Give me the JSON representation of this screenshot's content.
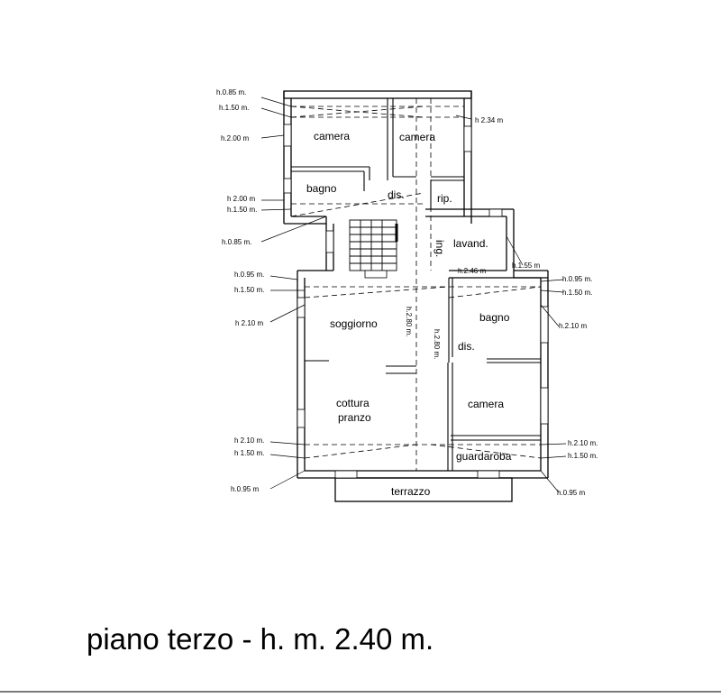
{
  "rooms": {
    "camera_1": "camera",
    "camera_2": "camera",
    "bagno_1": "bagno",
    "dis_1": "dis.",
    "rip": "rip.",
    "ing": "ing.",
    "lavand": "lavand.",
    "soggiorno": "soggiorno",
    "bagno_2": "bagno",
    "dis_2": "dis.",
    "camera_3": "camera",
    "cottura": "cottura",
    "pranzo": "pranzo",
    "guardaroba": "guardaroba",
    "terrazzo": "terrazzo"
  },
  "heights": {
    "l1": "h.0.85 m.",
    "l2": "h.1.50 m.",
    "l3": "h.2.00 m",
    "l4": "h 2.00 m",
    "l5": "h.1.50 m.",
    "l6": "h.0.85 m.",
    "l7": "h.0.95 m.",
    "l8": "h.1.50 m.",
    "l9": "h 2.10 m",
    "l10": "h 2.10 m.",
    "l11": "h 1.50 m.",
    "l12": "h.0.95 m",
    "r1": "h 2.34 m",
    "r2": "h.2.46 m",
    "r3": "h.1.55 m",
    "r4": "h.0.95 m.",
    "r5": "h.1.50 m.",
    "r6": "h.2.10 m",
    "r7": "h.2.10 m.",
    "r8": "h.1.50 m.",
    "r9": "h.0.95 m",
    "v1": "h.2.80 m.",
    "v2": "h.2.80 m."
  },
  "caption": "piano terzo - h. m. 2.40 m."
}
